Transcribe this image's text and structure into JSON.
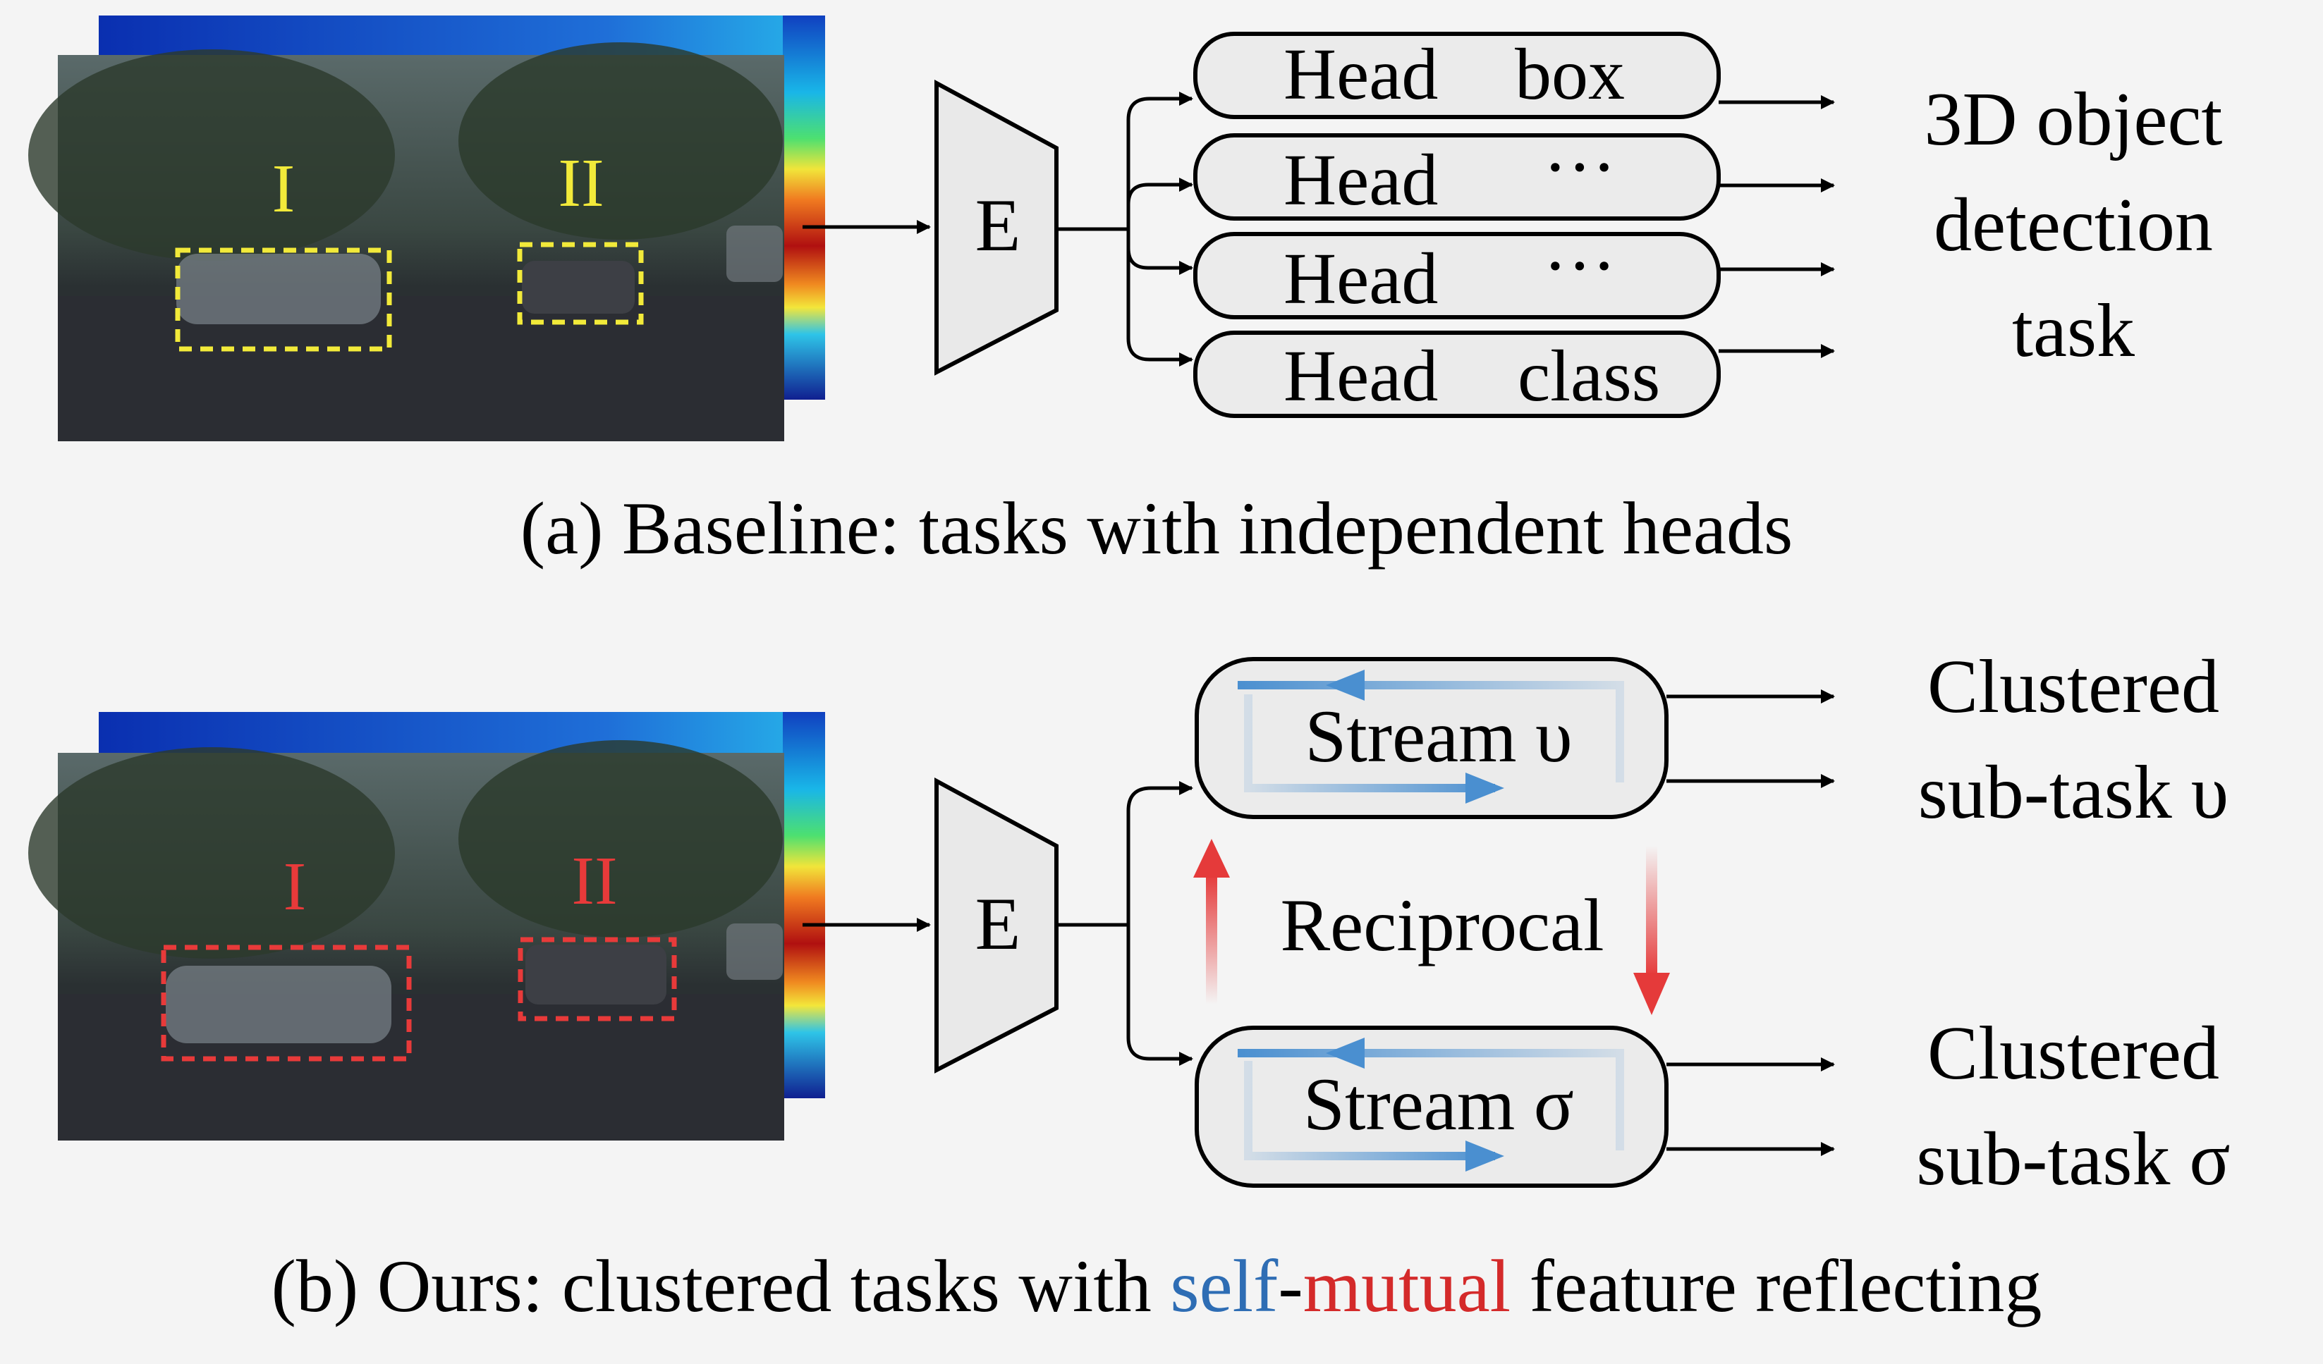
{
  "panel_a": {
    "encoder_label": "E",
    "box_labels": [
      "I",
      "II"
    ],
    "heads": [
      {
        "prefix": "Head",
        "suffix": "box"
      },
      {
        "prefix": "Head",
        "suffix": "···"
      },
      {
        "prefix": "Head",
        "suffix": "···"
      },
      {
        "prefix": "Head",
        "suffix": "class"
      }
    ],
    "output_lines": [
      "3D object",
      "detection",
      "task"
    ],
    "caption": "(a) Baseline: tasks with independent heads"
  },
  "panel_b": {
    "encoder_label": "E",
    "box_labels": [
      "I",
      "II"
    ],
    "streams": [
      "Stream υ",
      "Stream σ"
    ],
    "reciprocal_label": "Reciprocal",
    "outputs": [
      [
        "Clustered",
        "sub-task υ"
      ],
      [
        "Clustered",
        "sub-task σ"
      ]
    ],
    "caption_parts": {
      "prefix": "(b) Ours: clustered tasks with ",
      "self": "self",
      "dash": "-",
      "mutual": "mutual",
      "suffix": " feature reflecting"
    }
  },
  "colors": {
    "box_yellow": "#f2ea3a",
    "box_red": "#e83a3a",
    "self_blue": "#2e6db4",
    "mutual_red": "#d42a2a",
    "stream_arrow_blue": "#4a8fd0",
    "reciprocal_red": "#e53a3a",
    "head_fill": "#ebebeb"
  }
}
